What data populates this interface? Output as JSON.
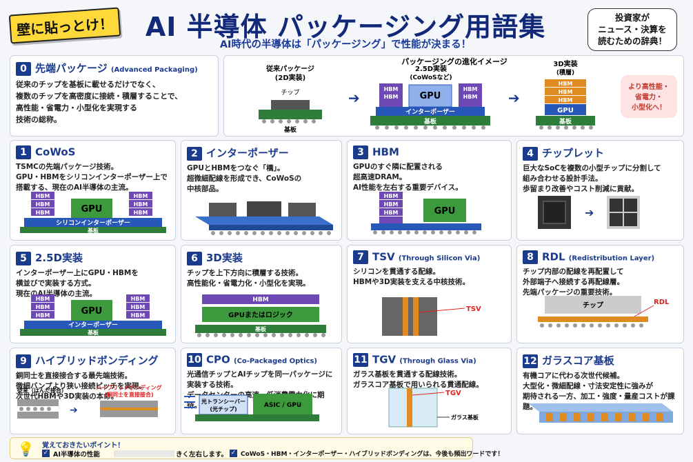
{
  "header": {
    "sticker": "壁に貼っとけ！",
    "title": "AI 半導体 パッケージング用語集",
    "subtitle": "AI時代の半導体は「パッケージング」で性能が決まる！",
    "bubble": "投資家が\nニュース・決算を\n読むための辞典！"
  },
  "card0": {
    "num": "0",
    "title": "先端パッケージ",
    "en": "(Advanced Packaging)",
    "desc": "従来のチップを基板に載せるだけでなく、\n複数のチップを高密度に接続・積層することで、\n高性能・省電力・小型化を実現する\n技術の総称。"
  },
  "evolution": {
    "heading": "パッケージングの進化イメージ",
    "conv_label": "従来パッケージ\n(2D実装)",
    "chip": "チップ",
    "substrate": "基板",
    "mid_label": "2.5D実装\n(CoWoSなど)",
    "gpu": "GPU",
    "hbm": "HBM",
    "interposer": "インターポーザー",
    "d3_label": "3D実装\n(積層)",
    "callout": "より高性能・\n省電力・\n小型化へ！"
  },
  "cards": [
    {
      "num": "1",
      "title": "CoWoS",
      "en": "",
      "desc": "TSMCの先端パッケージ技術。\nGPU・HBMをシリコンインターポーザー上で\n搭載する、現在のAI半導体の主流。"
    },
    {
      "num": "2",
      "title": "インターポーザー",
      "en": "",
      "desc": "GPUとHBMをつなぐ「橋」。\n超微細配線を形成でき、CoWoSの\n中核部品。"
    },
    {
      "num": "3",
      "title": "HBM",
      "en": "",
      "desc": "GPUのすぐ隣に配置される\n超高速DRAM。\nAI性能を左右する重要デバイス。"
    },
    {
      "num": "4",
      "title": "チップレット",
      "en": "",
      "desc": "巨大なSoCを複数の小型チップに分割して\n組み合わせる設計手法。\n歩留まり改善やコスト削減に貢献。"
    },
    {
      "num": "5",
      "title": "2.5D実装",
      "en": "",
      "desc": "インターポーザー上にGPU・HBMを\n横並びで実装する方式。\n現在のAI半導体の主流。"
    },
    {
      "num": "6",
      "title": "3D実装",
      "en": "",
      "desc": "チップを上下方向に積層する技術。\n高性能化・省電力化・小型化を実現。"
    },
    {
      "num": "7",
      "title": "TSV",
      "en": "(Through Silicon Via)",
      "desc": "シリコンを貫通する配線。\nHBMや3D実装を支える中核技術。"
    },
    {
      "num": "8",
      "title": "RDL",
      "en": "(Redistribution Layer)",
      "desc": "チップ内部の配線を再配置して\n外部端子へ接続する再配線層。\n先端パッケージの重要技術。"
    },
    {
      "num": "9",
      "title": "ハイブリッドボンディング",
      "en": "",
      "desc": "銅同士を直接接合する最先端技術。\n微細バンプより狭い接続ピッチを実現。\n次世代HBMや3D実装の本命。"
    },
    {
      "num": "10",
      "title": "CPO",
      "en": "(Co-Packaged Optics)",
      "desc": "光通信チップとAIチップを同一パッケージに\n実装する技術。\nデータセンターの高速・低消費電力化に期待。"
    },
    {
      "num": "11",
      "title": "TGV",
      "en": "(Through Glass Via)",
      "desc": "ガラス基板を貫通する配線技術。\nガラスコア基板で用いられる貫通配線。"
    },
    {
      "num": "12",
      "title": "ガラスコア基板",
      "en": "",
      "desc": "有機コアに代わる次世代候補。\n大型化・微細配線・寸法安定性に強みが\n期待される一方、加工・強度・量産コストが課題。"
    }
  ],
  "diagrams": {
    "cowos_interposer": "シリコンインターポーザー",
    "gpu_or_logic": "GPUまたはロジック",
    "tsv": "TSV",
    "rdl": "RDL",
    "tgv": "TGV",
    "glass_substrate": "ガラス基板",
    "hb_conv": "従来（はんだ接合）",
    "hb_new": "ハイブリッドボンディング\n(銅同士を直接接合)",
    "transceiver": "光トランシーバー\n(光チップ)",
    "asic": "ASIC / GPU"
  },
  "footer": {
    "title": "覚えておきたいポイント！",
    "point1": "AI半導体の性能",
    "point1_tail": "きく左右します。",
    "point2": "CoWoS・HBM・インターポーザー・ハイブリッドボンディングは、今後も頻出ワードです！"
  },
  "colors": {
    "navy": "#1a3a8c",
    "hbm": "#6e49b5",
    "gpu": "#3c9a3c",
    "substrate": "#2f7d3a",
    "interposer": "#2757b8",
    "copper": "#e08a22",
    "red": "#e02020"
  }
}
